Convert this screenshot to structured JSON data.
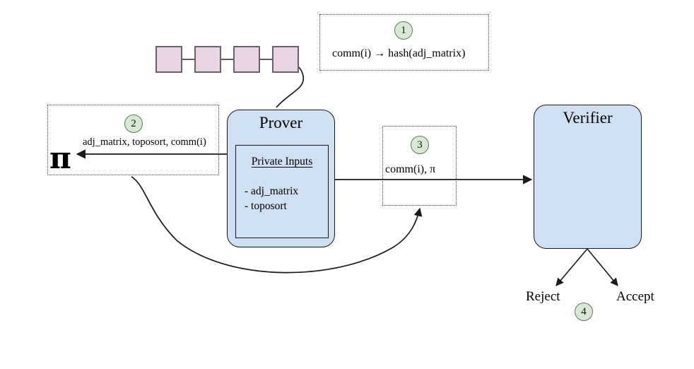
{
  "diagram": {
    "title": "Zero-knowledge proof protocol between Prover and Verifier",
    "colors": {
      "actor_fill": "#cfe0f2",
      "actor_stroke": "#16181a",
      "chain_fill": "#e9d4e4",
      "chain_stroke": "#6e5f6c",
      "badge_fill": "#d8e8d4",
      "badge_stroke": "#5e7a5a",
      "note_border": "#3c3c3c",
      "background": "#ffffff"
    }
  },
  "actors": {
    "prover": {
      "title": "Prover"
    },
    "verifier": {
      "title": "Verifier"
    }
  },
  "private_inputs": {
    "heading": "Private Inputs",
    "items": [
      "- adj_matrix",
      "- toposort"
    ]
  },
  "steps": [
    {
      "id": "1",
      "badge": "1",
      "text": "comm(i) → hash(adj_matrix)"
    },
    {
      "id": "2",
      "badge": "2",
      "text": "adj_matrix, toposort, comm(i)",
      "symbol": "π"
    },
    {
      "id": "3",
      "badge": "3",
      "text": "comm(i), π"
    },
    {
      "id": "4",
      "badge": "4"
    }
  ],
  "outcomes": [
    {
      "label": "Reject"
    },
    {
      "label": "Accept"
    }
  ],
  "commitment_chain": {
    "block_count": 4,
    "blocks": [
      "",
      "",
      "",
      ""
    ]
  }
}
